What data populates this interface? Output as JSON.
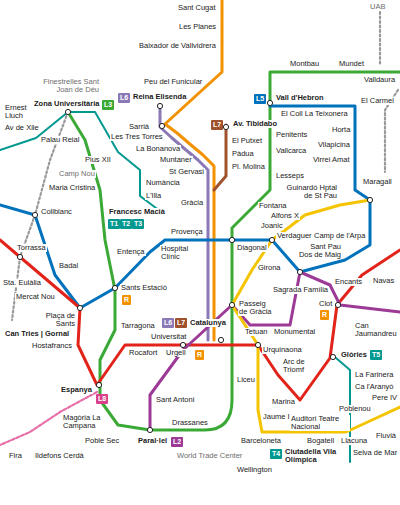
{
  "diagram": {
    "nodes": [
      {
        "text": [
          "L6"
        ]
      },
      {
        "text": [
          "L5"
        ]
      },
      {
        "text": [
          "L3"
        ]
      },
      {
        "text": [
          "L7"
        ]
      },
      {
        "text": [
          "T1"
        ]
      },
      {
        "text": [
          "T2"
        ]
      },
      {
        "text": [
          "T3"
        ]
      },
      {
        "text": [
          "R"
        ]
      },
      {
        "text": [
          "R"
        ]
      },
      {
        "text": [
          "L6"
        ]
      },
      {
        "text": [
          "L7"
        ]
      },
      {
        "text": [
          "R"
        ]
      },
      {
        "text": [
          "T5"
        ]
      },
      {
        "text": [
          "L8"
        ]
      },
      {
        "text": [
          "L2"
        ]
      },
      {
        "text": [
          "T4"
        ]
      }
    ],
    "labels": [
      "UAB",
      "Sant Cugat",
      "Les Planes",
      "Baixador de Vallvidrera",
      "Montbau",
      "Mundet",
      "Valldaura",
      "Peu del Funicular",
      "Finestrelles Sant Joan de Déu",
      "Reina Elisenda",
      "Vall d'Hebron",
      "El Carmel",
      "Zona Universitària",
      "Ernest Lluch",
      "El Coll La Teixonera",
      "Av. Tibidabo",
      "Sarrià",
      "Av de Xile",
      "Horta",
      "Penitents",
      "Les Tres Torres",
      "El Putxet",
      "Palau Reial",
      "Vilapicina",
      "La Bonanova",
      "Vallcarca",
      "Pàdua",
      "Muntaner",
      "Pius XII",
      "Virrei Amat",
      "Pl. Molina",
      "St Gervasi",
      "Camp Nou",
      "Lesseps",
      "Numància",
      "Maragall",
      "Maria Cristina",
      "Guinardó Hptal de St Pau",
      "L'Illa",
      "Gràcia",
      "Fontana",
      "Collblanc",
      "Francesc Macià",
      "Alfons X",
      "Joanic",
      "Provença",
      "Camp de l'Arpa",
      "Verdaguer",
      "Sant Pau Dos de Maig",
      "Torrassa",
      "Diagonal",
      "Hospital Clínic",
      "Entença",
      "Badal",
      "Girona",
      "Navas",
      "Encants",
      "Sta. Eulàlia",
      "Sants Estació",
      "Sagrada Família",
      "Mercat Nou",
      "Clot",
      "Passeig de Gràcia",
      "Plaça de Sants",
      "Tarragona",
      "Can Jaumandreu",
      "Catalunya",
      "Tetuan",
      "Monumental",
      "Can Tries | Gornal",
      "Universitat",
      "Hostafrancs",
      "Urquinaona",
      "Rocafort",
      "Urgell",
      "Glòries",
      "Arc de Triomf",
      "La Farinera",
      "Liceu",
      "Ca l'Aranyó",
      "Espanya",
      "Pere IV",
      "Sant Antoni",
      "Marina",
      "Poblenou",
      "Jaume I",
      "Auditori Teatre Nacional",
      "Magòria La Campana",
      "Drassanes",
      "Fluvià",
      "Barceloneta",
      "Poble Sec",
      "Paral·lel",
      "Bogatell",
      "Llacuna",
      "Ciutadella Vila Olímpica",
      "Selva de Mar",
      "Fira",
      "Ildefons Cerdà",
      "World Trade Center",
      "Wellington"
    ]
  }
}
